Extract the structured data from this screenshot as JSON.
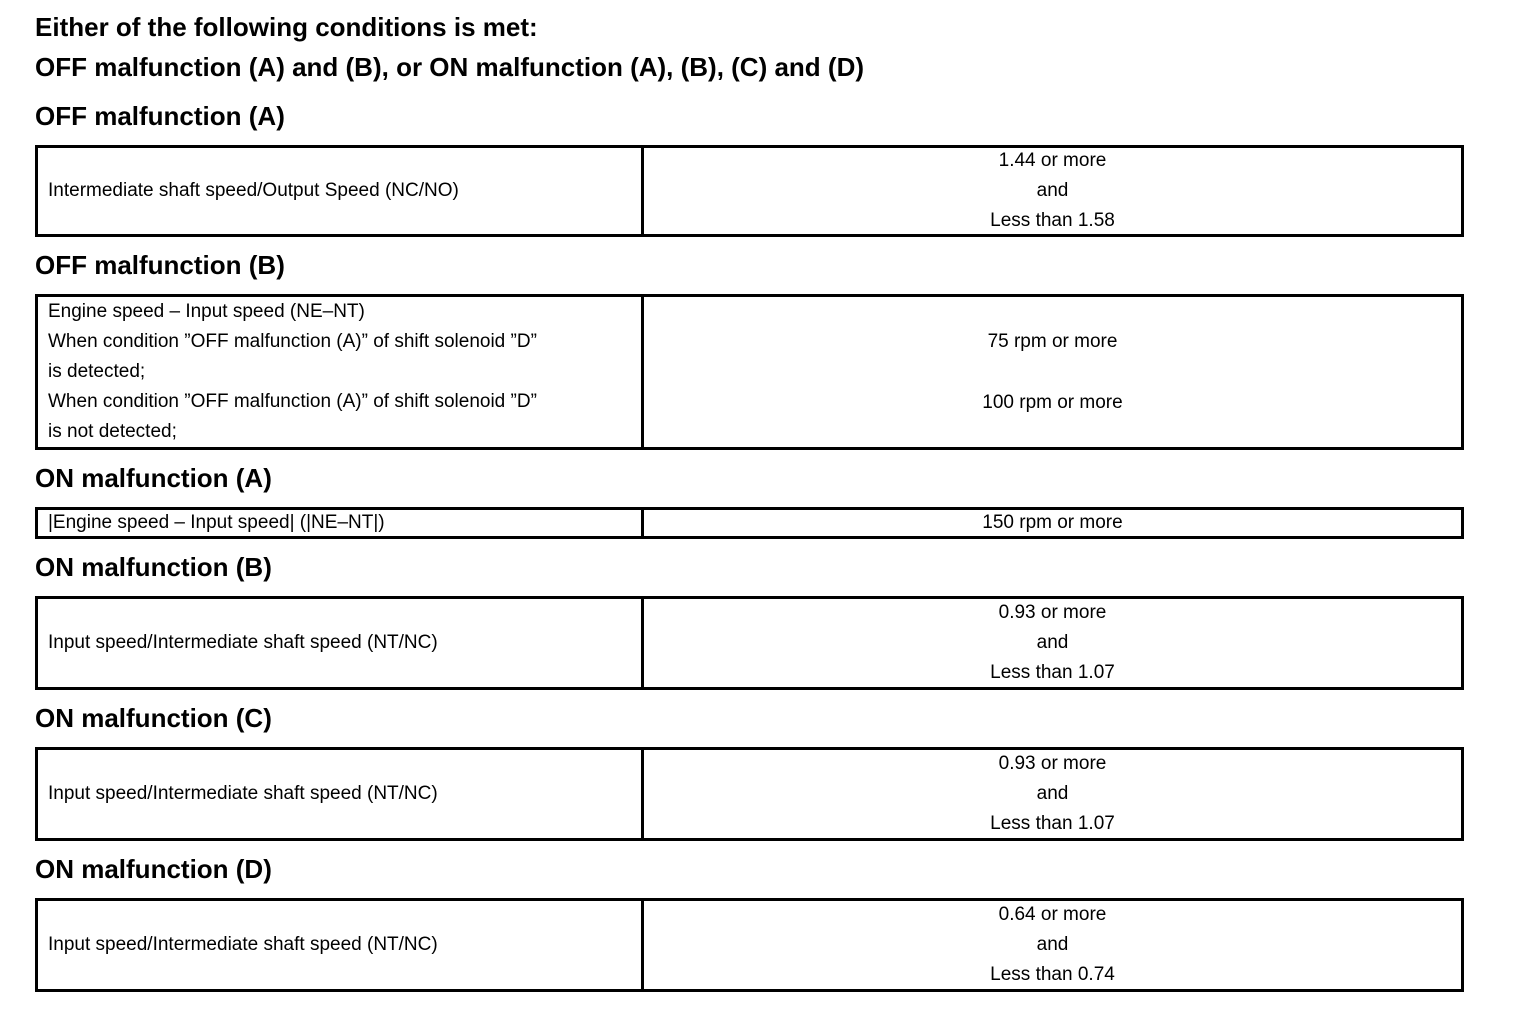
{
  "header": {
    "intro": "Either of the following conditions is met:",
    "summary": "OFF malfunction (A) and (B), or ON malfunction (A), (B), (C) and (D)"
  },
  "sections": [
    {
      "id": "off-a",
      "heading": "OFF malfunction (A)",
      "parameter": "Intermediate shaft speed/Output Speed (NC/NO)",
      "value_lines": [
        "1.44 or more",
        "and",
        "Less than 1.58"
      ]
    },
    {
      "id": "off-b",
      "heading": "OFF malfunction (B)",
      "parameter_lines": [
        "Engine speed – Input speed (NE–NT)",
        "When condition ”OFF malfunction (A)” of shift solenoid ”D”",
        "is detected;",
        "When condition ”OFF malfunction (A)” of shift solenoid ”D”",
        "is not detected;"
      ],
      "value_lines": [
        "75 rpm or more",
        "100 rpm or more"
      ]
    },
    {
      "id": "on-a",
      "heading": "ON malfunction (A)",
      "parameter": "|Engine speed – Input speed| (|NE–NT|)",
      "value_lines": [
        "150 rpm or more"
      ]
    },
    {
      "id": "on-b",
      "heading": "ON malfunction (B)",
      "parameter": "Input speed/Intermediate shaft speed (NT/NC)",
      "value_lines": [
        "0.93 or more",
        "and",
        "Less than 1.07"
      ]
    },
    {
      "id": "on-c",
      "heading": "ON malfunction (C)",
      "parameter": "Input speed/Intermediate shaft speed (NT/NC)",
      "value_lines": [
        "0.93 or more",
        "and",
        "Less than 1.07"
      ]
    },
    {
      "id": "on-d",
      "heading": "ON malfunction (D)",
      "parameter": "Input speed/Intermediate shaft speed (NT/NC)",
      "value_lines": [
        "0.64 or more",
        "and",
        "Less than 0.74"
      ]
    }
  ]
}
